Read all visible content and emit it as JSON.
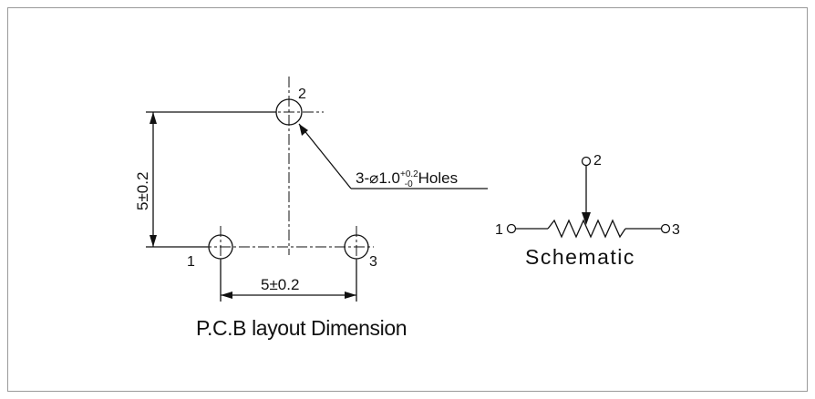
{
  "pcb": {
    "pin_top": "2",
    "pin_left": "1",
    "pin_right": "3",
    "dim_vertical": "5±0.2",
    "dim_horizontal": "5±0.2",
    "hole_callout_prefix": "3-⌀1.0",
    "hole_tol_plus": "+0.2",
    "hole_tol_minus": "-0",
    "hole_callout_suffix": "Holes",
    "title": "P.C.B layout Dimension"
  },
  "schematic": {
    "pin_1": "1",
    "pin_2": "2",
    "pin_3": "3",
    "title": "Schematic"
  }
}
